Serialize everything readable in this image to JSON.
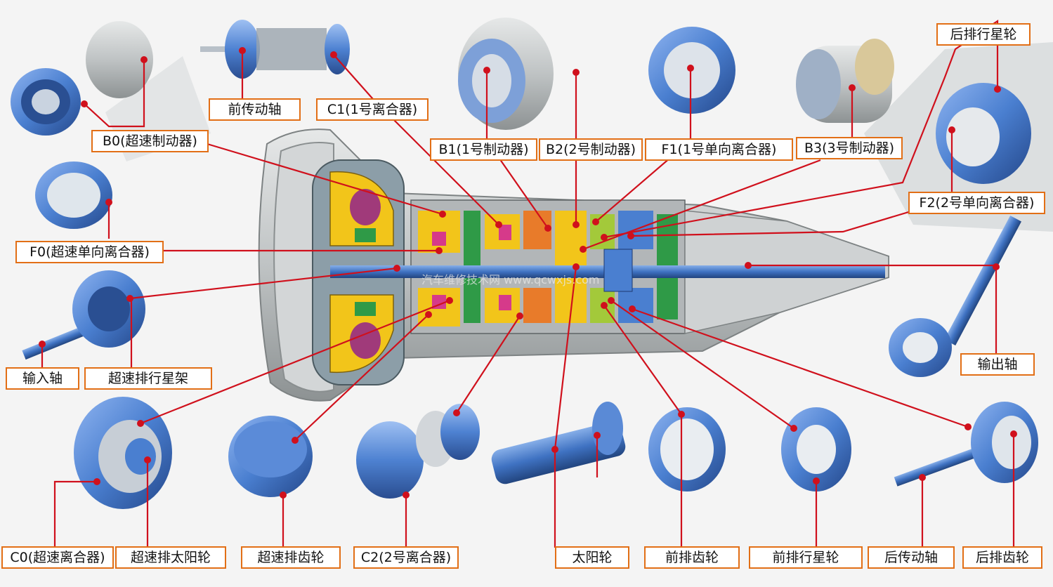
{
  "labels": {
    "b0": "B0(超速制动器)",
    "front_drive_shaft": "前传动轴",
    "c1": "C1(1号离合器)",
    "b1": "B1(1号制动器)",
    "b2": "B2(2号制动器)",
    "f1": "F1(1号单向离合器)",
    "b3": "B3(3号制动器)",
    "rear_planet_carrier": "后排行星轮",
    "f2": "F2(2号单向离合器)",
    "f0": "F0(超速单向离合器)",
    "output_shaft": "输出轴",
    "input_shaft": "输入轴",
    "od_planet_carrier": "超速排行星架",
    "c0": "C0(超速离合器)",
    "od_sun_gear": "超速排太阳轮",
    "od_ring_gear": "超速排齿轮",
    "c2": "C2(2号离合器)",
    "sun_gear": "太阳轮",
    "front_ring_gear": "前排齿轮",
    "front_planet": "前排行星轮",
    "rear_drive_shaft": "后传动轴",
    "rear_ring_gear": "后排齿轮"
  },
  "watermark": "汽车维修技术网 www.qcwxjs.com",
  "colors": {
    "label_border": "#e26f16",
    "leader_line": "#d0101c",
    "part_blue": "#4a7fd0",
    "housing_gray": "#c9cbcc",
    "clutch_yellow": "#f2c51a"
  }
}
